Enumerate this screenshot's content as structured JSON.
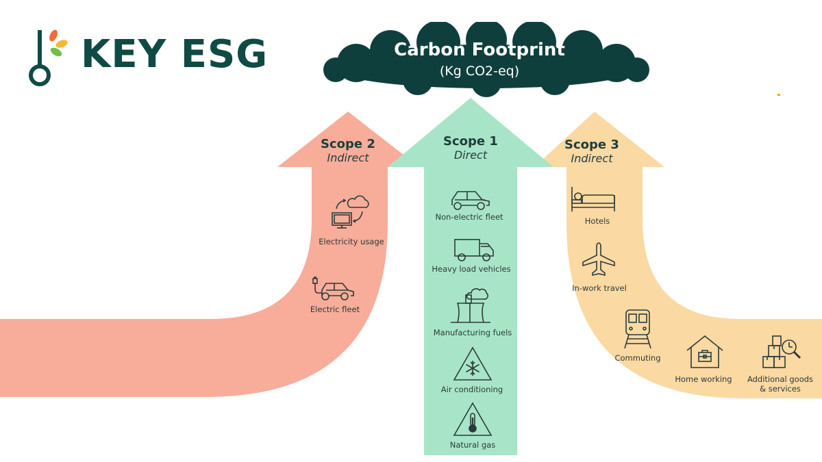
{
  "brand": {
    "name": "KEY ESG"
  },
  "header": {
    "title": "Carbon Footprint",
    "subtitle": "(Kg CO2-eq)"
  },
  "colors": {
    "scope1": "#a8e5c8",
    "scope2": "#f7ad9a",
    "scope3": "#fbd9a3",
    "cloud": "#0f3f3c",
    "brand": "#0f4a44"
  },
  "scopes": [
    {
      "title": "Scope 2",
      "subtitle": "Indirect",
      "items": [
        {
          "label": "Electricity usage",
          "icon": "computer-cloud-icon"
        },
        {
          "label": "Electric fleet",
          "icon": "electric-car-icon"
        }
      ]
    },
    {
      "title": "Scope 1",
      "subtitle": "Direct",
      "items": [
        {
          "label": "Non-electric fleet",
          "icon": "car-icon"
        },
        {
          "label": "Heavy load vehicles",
          "icon": "truck-icon"
        },
        {
          "label": "Manufacturing fuels",
          "icon": "factory-icon"
        },
        {
          "label": "Air conditioning",
          "icon": "snowflake-warning-icon"
        },
        {
          "label": "Natural gas",
          "icon": "thermometer-warning-icon"
        }
      ]
    },
    {
      "title": "Scope 3",
      "subtitle": "Indirect",
      "items": [
        {
          "label": "Hotels",
          "icon": "bed-icon"
        },
        {
          "label": "In-work travel",
          "icon": "airplane-icon"
        },
        {
          "label": "Commuting",
          "icon": "train-icon"
        },
        {
          "label": "Home working",
          "icon": "house-icon"
        },
        {
          "label": "Additional goods\n& services",
          "icon": "boxes-icon"
        }
      ]
    }
  ]
}
